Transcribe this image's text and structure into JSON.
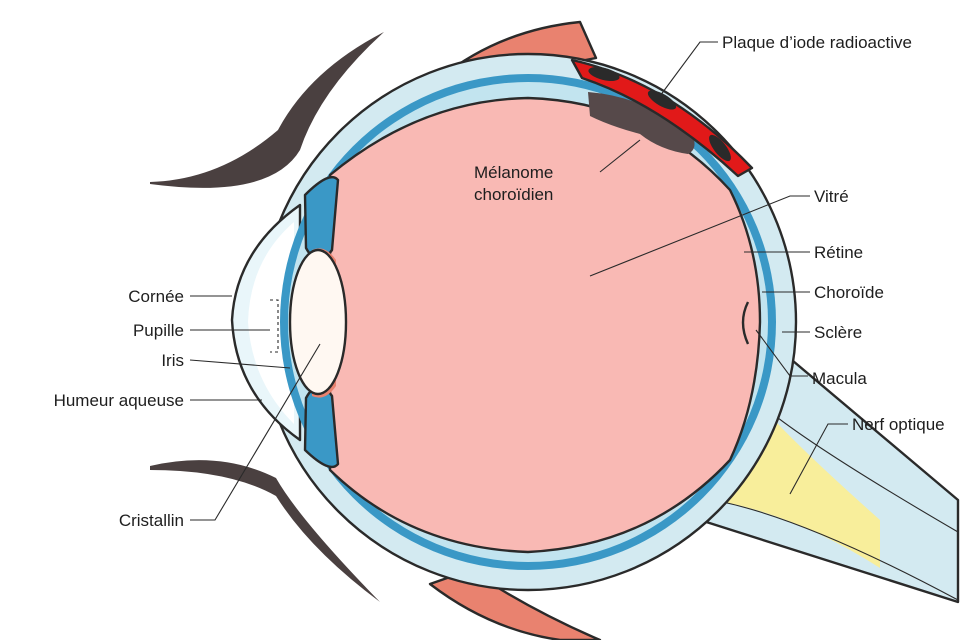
{
  "labels": {
    "plaque": "Plaque d’iode radioactive",
    "melanome_line1": "Mélanome",
    "melanome_line2": "choroïdien",
    "vitre": "Vitré",
    "retine": "Rétine",
    "choroide": "Choroïde",
    "sclere": "Sclère",
    "macula": "Macula",
    "nerf": "Nerf optique",
    "cornee": "Cornée",
    "pupille": "Pupille",
    "iris": "Iris",
    "humeur": "Humeur aqueuse",
    "cristallin": "Cristallin"
  },
  "colors": {
    "vitreous": "#f9b9b4",
    "sclera": "#d3eaf1",
    "choroid": "#3a98c6",
    "retina": "#c2e4ef",
    "lens": "#fff8f2",
    "cornea": "#e9f6fa",
    "muscle": "#e9826f",
    "optic_nerve": "#f8ee9b",
    "plaque": "#e11919",
    "tumor": "#56494a",
    "eyelid": "#4a4040"
  }
}
